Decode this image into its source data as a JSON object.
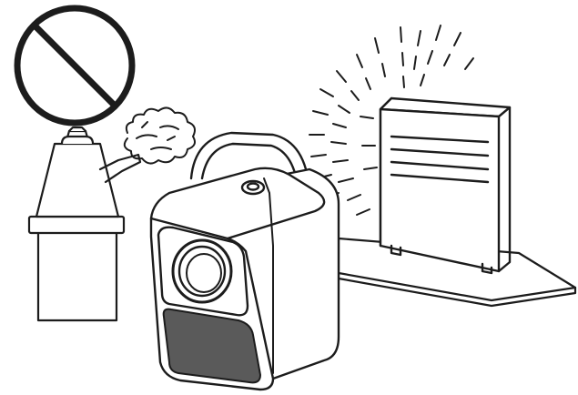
{
  "figure": {
    "kind": "line-art-warning-illustration",
    "background_color": "#ffffff",
    "line_color": "#1c1c1c",
    "speaker_grille_color": "#5a5a5a",
    "prohibition_sign": {
      "icon": "prohibited-sign-icon",
      "color": "#1c1c1c"
    },
    "elements": [
      {
        "name": "humidifier",
        "icon": "humidifier-icon"
      },
      {
        "name": "steam",
        "icon": "steam-icon"
      },
      {
        "name": "projector",
        "icon": "projector-icon"
      },
      {
        "name": "heater",
        "icon": "heater-icon"
      },
      {
        "name": "heat-waves",
        "icon": "heat-waves-icon"
      }
    ]
  }
}
